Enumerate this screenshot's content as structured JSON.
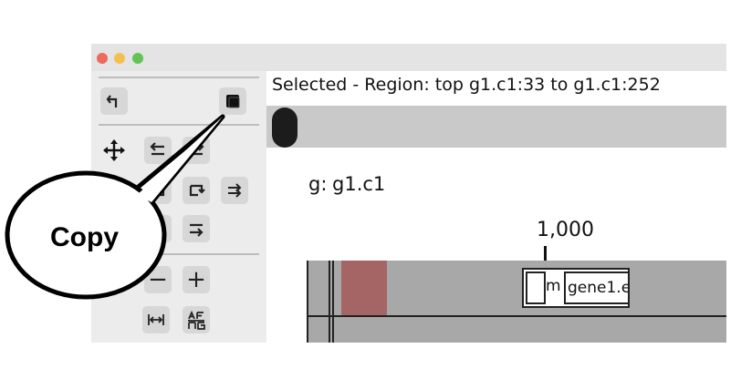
{
  "window": {
    "controls": [
      "close",
      "minimize",
      "zoom"
    ]
  },
  "toolbox": {
    "buttons": [
      {
        "name": "undo-button",
        "icon": "undo-arrow-icon"
      },
      {
        "name": "copy-button",
        "icon": "copy-icon"
      },
      {
        "name": "move-tool-button",
        "icon": "move-cross-icon"
      },
      {
        "name": "shift-left-button",
        "icon": "arrow-left-icon"
      },
      {
        "name": "shift-right-button",
        "icon": "arrow-right-icon"
      },
      {
        "name": "fit-width-button",
        "icon": "fit-width-icon"
      },
      {
        "name": "zoom-out-button",
        "label": "−"
      },
      {
        "name": "zoom-in-button",
        "label": "+"
      },
      {
        "name": "sequence-button",
        "icon": "sequence-icon"
      }
    ]
  },
  "main": {
    "status_text": "Selected - Region: top g1.c1:33 to g1.c1:252",
    "chromosome_ghost": "g:",
    "chromosome_label": "g1.c1",
    "ruler_label": "1,000",
    "features": [
      {
        "label": "m"
      },
      {
        "label": "gene1.e"
      }
    ]
  },
  "callout": {
    "label": "Copy"
  },
  "colors": {
    "selected_region": "#a56565",
    "track_background": "#a8a8a8",
    "scroll_thumb": "#1c1c1c"
  }
}
